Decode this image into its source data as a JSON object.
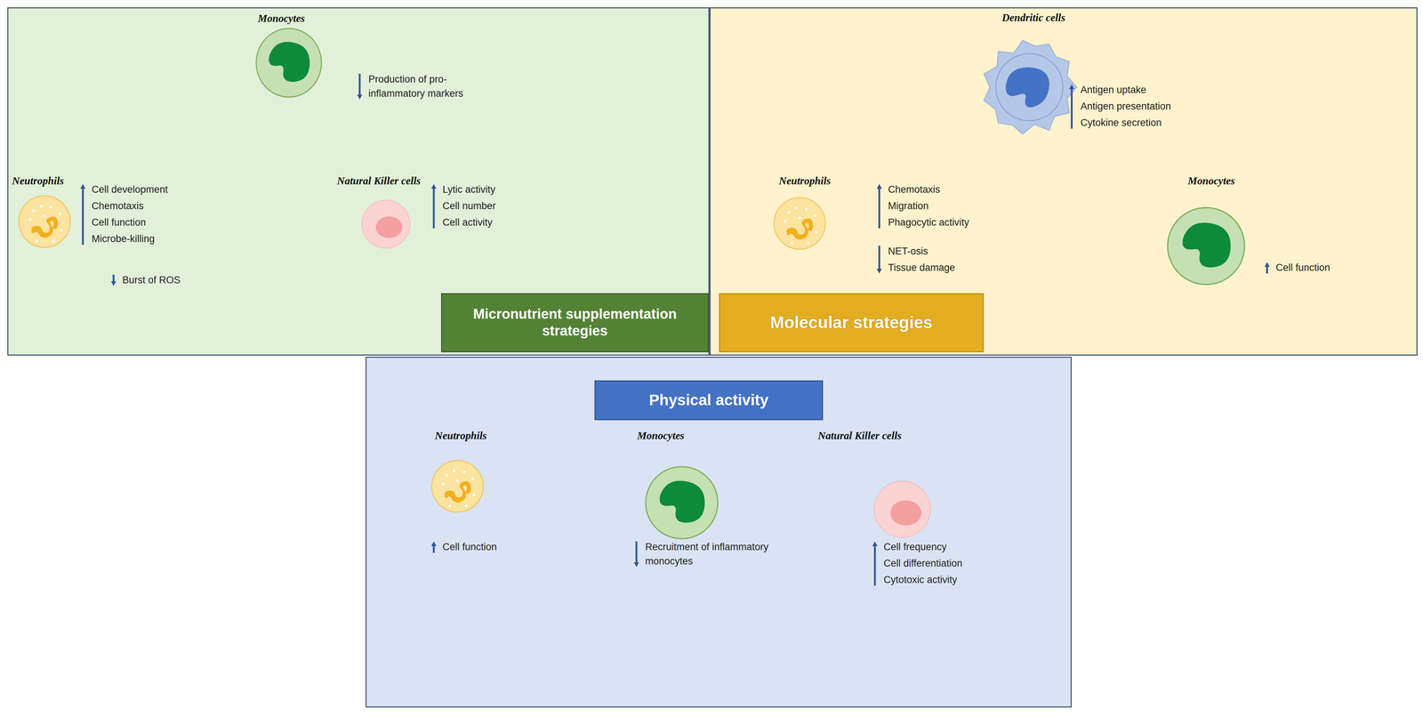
{
  "diagram": {
    "nodes": [
      {
        "text": [
          "Micronutrient supplementation strategies"
        ]
      },
      {
        "text": [
          "Monocytes",
          "Production of pro-inflammatory markers"
        ],
        "in": 0
      },
      {
        "text": [
          "Neutrophils",
          "Cell development",
          "Chemotaxis",
          "Cell function",
          "Microbe-killing",
          "Burst of ROS"
        ],
        "in": 0
      },
      {
        "text": [
          "Natural Killer cells",
          "Lytic activity",
          "Cell number",
          "Cell activity"
        ],
        "in": 0
      },
      {
        "text": [
          "Molecular strategies"
        ]
      },
      {
        "text": [
          "Dendritic cells",
          "Antigen uptake",
          "Antigen presentation",
          "Cytokine secretion"
        ],
        "in": 4
      },
      {
        "text": [
          "Neutrophils",
          "Chemotaxis",
          "Migration",
          "Phagocytic activity",
          "NET-osis",
          "Tissue damage"
        ],
        "in": 4
      },
      {
        "text": [
          "Monocytes",
          "Cell function"
        ],
        "in": 4
      },
      {
        "text": [
          "Physical activity"
        ]
      },
      {
        "text": [
          "Neutrophils",
          "Cell function"
        ],
        "in": 8
      },
      {
        "text": [
          "Monocytes",
          "Recruitment of inflammatory monocytes"
        ],
        "in": 8
      },
      {
        "text": [
          "Natural Killer cells",
          "Cell frequency",
          "Cell differentiation",
          "Cytotoxic activity"
        ],
        "in": 8
      }
    ]
  }
}
